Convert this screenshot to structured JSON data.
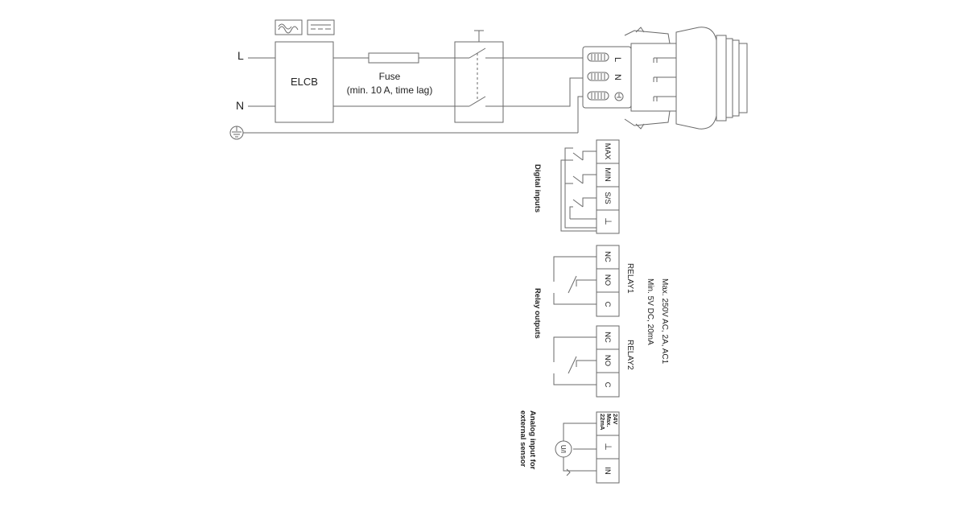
{
  "power": {
    "line_label": "L",
    "neutral_label": "N",
    "elcb_label": "ELCB",
    "fuse_label": "Fuse",
    "fuse_note": "(min. 10 A, time lag)"
  },
  "plug": {
    "line_label": "L",
    "neutral_label": "N"
  },
  "digital_inputs": {
    "group_label": "Digital inputs",
    "terminals": [
      "MAX",
      "MIN",
      "S/S",
      "⊥"
    ]
  },
  "relay_outputs": {
    "group_label": "Relay outputs",
    "relay1": {
      "name": "RELAY1",
      "terminals": [
        "NC",
        "NO",
        "C"
      ]
    },
    "relay2": {
      "name": "RELAY2",
      "terminals": [
        "NC",
        "NO",
        "C"
      ]
    },
    "spec_line1": "Max. 250V AC, 2A, AC1",
    "spec_line2": "Min. 5V DC, 20mA"
  },
  "analog_input": {
    "group_label_line1": "Analog input for",
    "group_label_line2": "external sensor",
    "terminal_24v_line1": "24V",
    "terminal_24v_line2": "Max.",
    "terminal_24v_line3": "22mA",
    "terminal_ground": "⊥",
    "terminal_in": "IN",
    "sensor_label": "U/I"
  }
}
